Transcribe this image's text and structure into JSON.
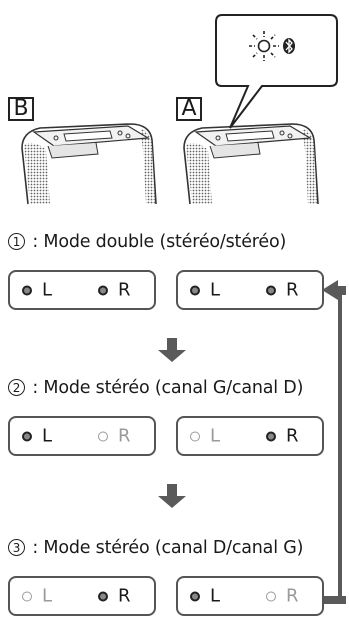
{
  "units": {
    "left": "B",
    "right": "A"
  },
  "callout": {
    "icon": "bluetooth-icon"
  },
  "modes": [
    {
      "number": "1",
      "title": " : Mode double (stéréo/stéréo)",
      "panels": [
        {
          "left": {
            "label": "L",
            "lit": true
          },
          "right": {
            "label": "R",
            "lit": true
          }
        },
        {
          "left": {
            "label": "L",
            "lit": true
          },
          "right": {
            "label": "R",
            "lit": true
          }
        }
      ]
    },
    {
      "number": "2",
      "title": " : Mode stéréo (canal G/canal D)",
      "panels": [
        {
          "left": {
            "label": "L",
            "lit": true
          },
          "right": {
            "label": "R",
            "lit": false
          }
        },
        {
          "left": {
            "label": "L",
            "lit": false
          },
          "right": {
            "label": "R",
            "lit": true
          }
        }
      ]
    },
    {
      "number": "3",
      "title": " : Mode stéréo (canal D/canal G)",
      "panels": [
        {
          "left": {
            "label": "L",
            "lit": false
          },
          "right": {
            "label": "R",
            "lit": true
          }
        },
        {
          "left": {
            "label": "L",
            "lit": true
          },
          "right": {
            "label": "R",
            "lit": false
          }
        }
      ]
    }
  ],
  "colors": {
    "arrow": "#5a5a5a",
    "lit_dot": "#888888",
    "unlit_text": "#9a9a9a"
  }
}
